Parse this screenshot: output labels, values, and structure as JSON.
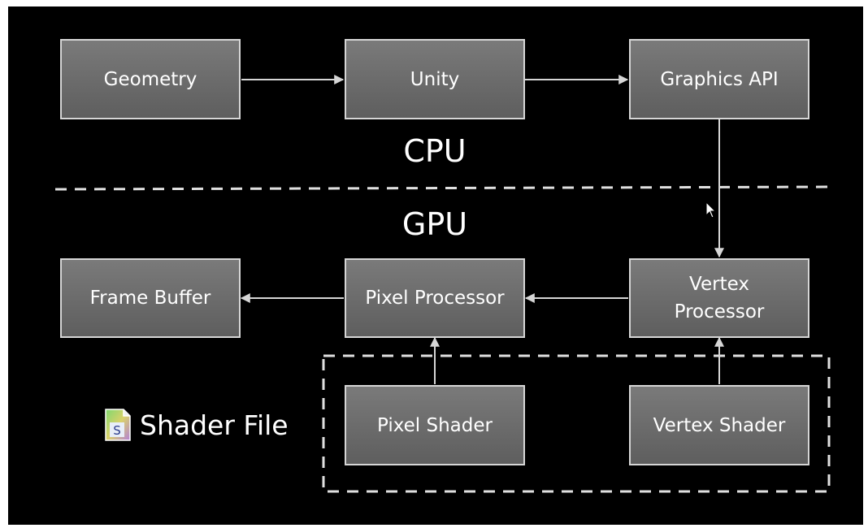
{
  "diagram": {
    "cpu_label": "CPU",
    "gpu_label": "GPU",
    "boxes": {
      "geometry": "Geometry",
      "unity": "Unity",
      "graphics_api": "Graphics API",
      "frame_buffer": "Frame Buffer",
      "pixel_processor": "Pixel Processor",
      "vertex_processor": "Vertex\nProcessor",
      "pixel_shader": "Pixel Shader",
      "vertex_shader": "Vertex Shader"
    },
    "shader_file_label": "Shader File",
    "file_icon_letter": "S"
  },
  "colors": {
    "background": "#000000",
    "box_fill_top": "#7a7a7a",
    "box_fill_bottom": "#5e5e5e",
    "box_border": "#d6d6d6",
    "text": "#ffffff"
  },
  "icons": {
    "file": "shader-file-icon",
    "cursor": "mouse-cursor-icon"
  }
}
